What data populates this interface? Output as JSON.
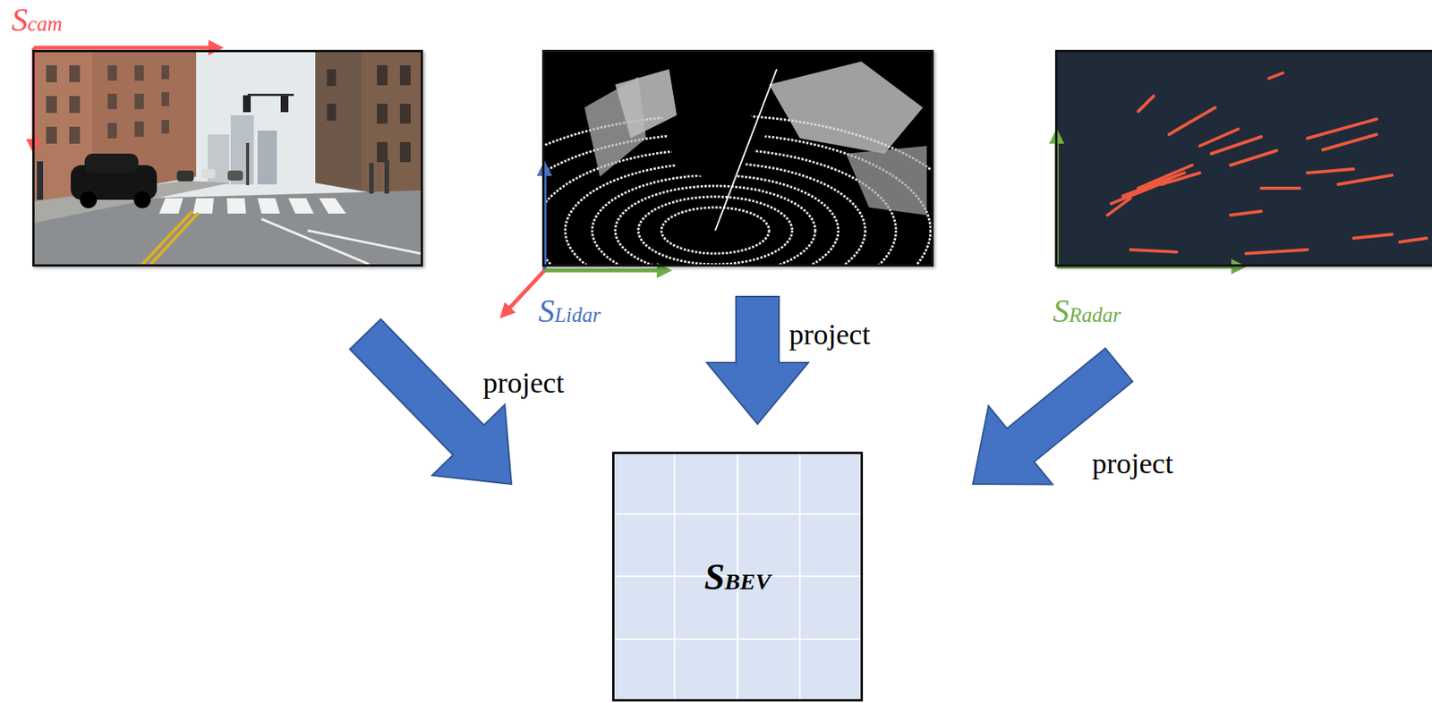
{
  "diagram": {
    "nodes": [
      {
        "text": [
          "Scam"
        ]
      },
      {
        "text": [
          "SLidar"
        ]
      },
      {
        "text": [
          "SRadar"
        ]
      },
      {
        "text": [
          "SBEV"
        ]
      }
    ],
    "edges": [
      {
        "from": 0,
        "to": 3,
        "label": "project",
        "arrow": "to"
      },
      {
        "from": 1,
        "to": 3,
        "label": "project",
        "arrow": "to"
      },
      {
        "from": 2,
        "to": 3,
        "label": "project",
        "arrow": "to"
      }
    ]
  }
}
